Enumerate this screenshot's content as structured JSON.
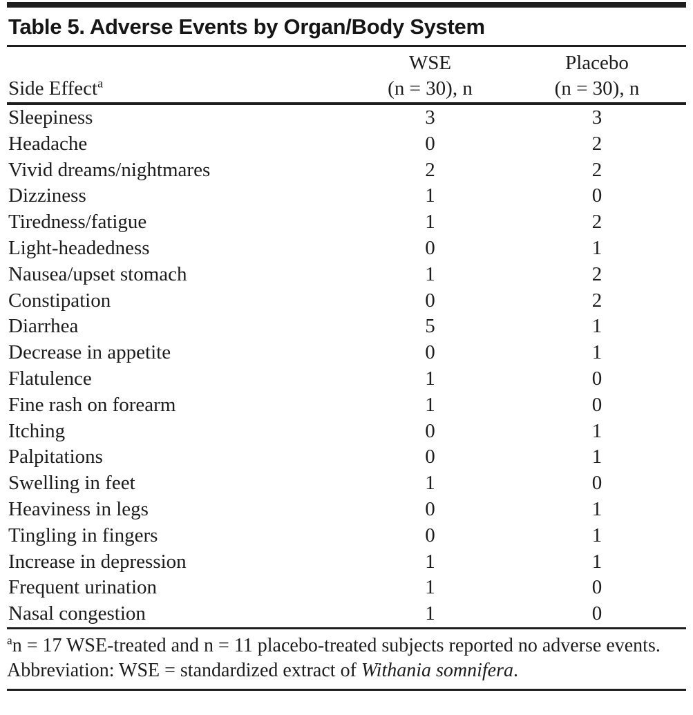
{
  "page": {
    "background": "#ffffff",
    "text_color": "#1c1c1c",
    "rule_color": "#1e1e1e"
  },
  "table": {
    "title": "Table 5. Adverse Events by Organ/Body System",
    "header": {
      "side_effect_label": "Side Effect",
      "side_effect_footnote_marker": "a",
      "wse": {
        "name": "WSE",
        "sub": "(n = 30), n"
      },
      "placebo": {
        "name": "Placebo",
        "sub": "(n = 30), n"
      }
    },
    "rows": [
      {
        "side_effect": "Sleepiness",
        "wse": "3",
        "placebo": "3"
      },
      {
        "side_effect": "Headache",
        "wse": "0",
        "placebo": "2"
      },
      {
        "side_effect": "Vivid dreams/nightmares",
        "wse": "2",
        "placebo": "2"
      },
      {
        "side_effect": "Dizziness",
        "wse": "1",
        "placebo": "0"
      },
      {
        "side_effect": "Tiredness/fatigue",
        "wse": "1",
        "placebo": "2"
      },
      {
        "side_effect": "Light-headedness",
        "wse": "0",
        "placebo": "1"
      },
      {
        "side_effect": "Nausea/upset stomach",
        "wse": "1",
        "placebo": "2"
      },
      {
        "side_effect": "Constipation",
        "wse": "0",
        "placebo": "2"
      },
      {
        "side_effect": "Diarrhea",
        "wse": "5",
        "placebo": "1"
      },
      {
        "side_effect": "Decrease in appetite",
        "wse": "0",
        "placebo": "1"
      },
      {
        "side_effect": "Flatulence",
        "wse": "1",
        "placebo": "0"
      },
      {
        "side_effect": "Fine rash on forearm",
        "wse": "1",
        "placebo": "0"
      },
      {
        "side_effect": "Itching",
        "wse": "0",
        "placebo": "1"
      },
      {
        "side_effect": "Palpitations",
        "wse": "0",
        "placebo": "1"
      },
      {
        "side_effect": "Swelling in feet",
        "wse": "1",
        "placebo": "0"
      },
      {
        "side_effect": "Heaviness in legs",
        "wse": "0",
        "placebo": "1"
      },
      {
        "side_effect": "Tingling in fingers",
        "wse": "0",
        "placebo": "1"
      },
      {
        "side_effect": "Increase in depression",
        "wse": "1",
        "placebo": "1"
      },
      {
        "side_effect": "Frequent urination",
        "wse": "1",
        "placebo": "0"
      },
      {
        "side_effect": "Nasal congestion",
        "wse": "1",
        "placebo": "0"
      }
    ],
    "footnotes": {
      "a": {
        "marker": "a",
        "text": "n = 17 WSE-treated and n = 11 placebo-treated subjects reported no adverse events."
      },
      "abbreviation": {
        "prefix": "Abbreviation: WSE = standardized extract of ",
        "italic": "Withania somnifera",
        "suffix": "."
      }
    }
  }
}
